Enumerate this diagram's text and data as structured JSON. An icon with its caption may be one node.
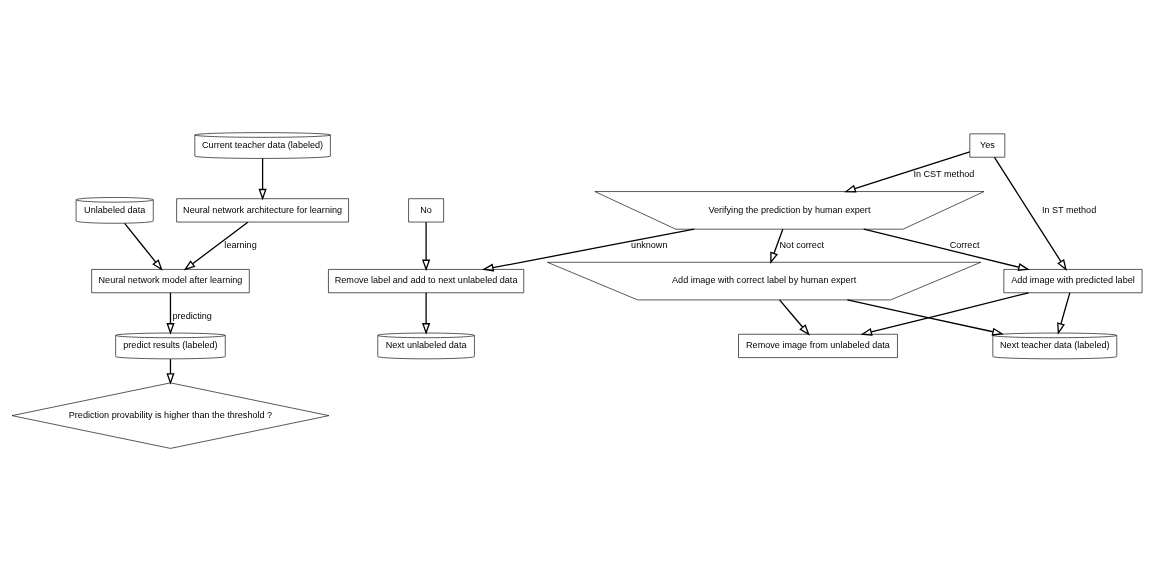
{
  "diagram": {
    "nodes": [
      {
        "text": [
          "Neural network architecture for learning"
        ]
      },
      {
        "text": [
          "Current teacher data (labeled)"
        ]
      },
      {
        "text": [
          "Neural network model after learning"
        ]
      },
      {
        "text": [
          "Unlabeled data"
        ]
      },
      {
        "text": [
          "predict results (labeled)"
        ]
      },
      {
        "text": [
          "Prediction provability is higher than the threshold ?"
        ]
      },
      {
        "text": [
          "Yes"
        ]
      },
      {
        "text": [
          "No"
        ]
      },
      {
        "text": [
          "Verifying the prediction by human expert"
        ]
      },
      {
        "text": [
          "Add image with predicted label"
        ]
      },
      {
        "text": [
          "Remove image from unlabeled data"
        ]
      },
      {
        "text": [
          "Next teacher data (labeled)"
        ]
      },
      {
        "text": [
          "Add image with correct label by human expert"
        ]
      },
      {
        "text": [
          "Remove label and add to next unlabeled data"
        ]
      },
      {
        "text": [
          "Next unlabeled data"
        ]
      }
    ],
    "edges": [
      {
        "from": 1,
        "to": 0,
        "arrow": "to"
      },
      {
        "from": 0,
        "to": 2,
        "arrow": "to",
        "label": "learning"
      },
      {
        "from": 3,
        "to": 2,
        "arrow": "to"
      },
      {
        "from": 2,
        "to": 4,
        "arrow": "to",
        "label": "predicting"
      },
      {
        "from": 4,
        "to": 5,
        "arrow": "to"
      },
      {
        "from": 6,
        "to": 9,
        "arrow": "to",
        "label": "In ST method"
      },
      {
        "from": 6,
        "to": 8,
        "arrow": "to",
        "label": "In CST method"
      },
      {
        "from": 8,
        "to": 9,
        "arrow": "to",
        "label": "Correct"
      },
      {
        "from": 9,
        "to": 11,
        "arrow": "to"
      },
      {
        "from": 9,
        "to": 10,
        "arrow": "to"
      },
      {
        "from": 8,
        "to": 12,
        "arrow": "to",
        "label": "Not correct"
      },
      {
        "from": 12,
        "to": 11,
        "arrow": "to"
      },
      {
        "from": 12,
        "to": 10,
        "arrow": "to"
      },
      {
        "from": 8,
        "to": 13,
        "arrow": "to",
        "label": "unknown"
      },
      {
        "from": 7,
        "to": 13,
        "arrow": "to"
      },
      {
        "from": 13,
        "to": 14,
        "arrow": "to"
      }
    ]
  }
}
